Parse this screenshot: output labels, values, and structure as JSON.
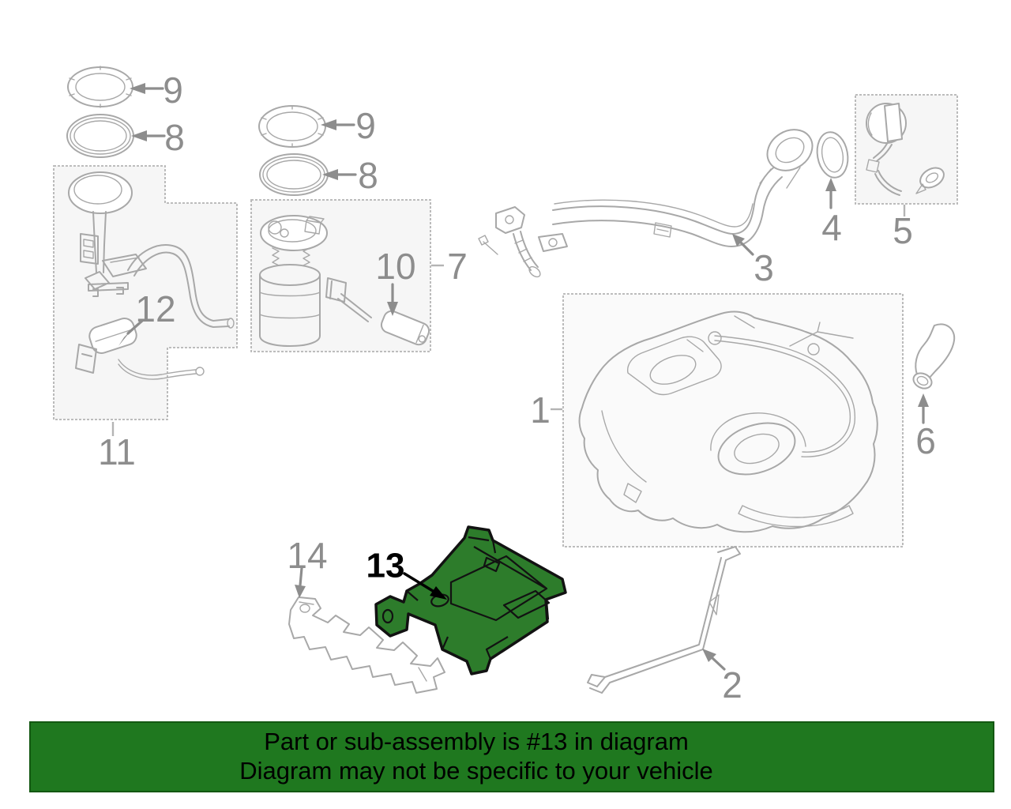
{
  "banner": {
    "line1": "Part or sub-assembly is #13 in diagram",
    "line2": "Diagram may not be specific to your vehicle"
  },
  "diagram": {
    "highlighted_part": "13",
    "parts": [
      {
        "num": "9",
        "name": "retainer-ring-left"
      },
      {
        "num": "8",
        "name": "o-ring-seal-left"
      },
      {
        "num": "11",
        "name": "fuel-gauge-sender-assembly"
      },
      {
        "num": "12",
        "name": "fuel-filter"
      },
      {
        "num": "9",
        "name": "retainer-ring-center"
      },
      {
        "num": "8",
        "name": "o-ring-seal-center"
      },
      {
        "num": "7",
        "name": "fuel-pump-module-assembly"
      },
      {
        "num": "10",
        "name": "fuel-level-sensor"
      },
      {
        "num": "3",
        "name": "fuel-filler-neck"
      },
      {
        "num": "4",
        "name": "filler-neck-seal"
      },
      {
        "num": "5",
        "name": "fuel-cap-with-tether"
      },
      {
        "num": "1",
        "name": "fuel-tank"
      },
      {
        "num": "6",
        "name": "filler-hose"
      },
      {
        "num": "14",
        "name": "heat-shield"
      },
      {
        "num": "13",
        "name": "fuel-tank-protector",
        "highlighted": true
      },
      {
        "num": "2",
        "name": "fuel-tank-strap"
      }
    ]
  },
  "colors": {
    "line": "#a8a8a8",
    "label": "#8d8d8d",
    "box_border": "#b4b4b4",
    "box_fill": "#f6f6f6",
    "tank_box_fill": "#fafafa",
    "highlight_fill": "#2d7c2b",
    "highlight_stroke": "#121212",
    "highlight_label": "#000000",
    "banner_bg": "#1f781f",
    "banner_border": "#135812",
    "banner_text": "#000000",
    "background": "#ffffff"
  }
}
